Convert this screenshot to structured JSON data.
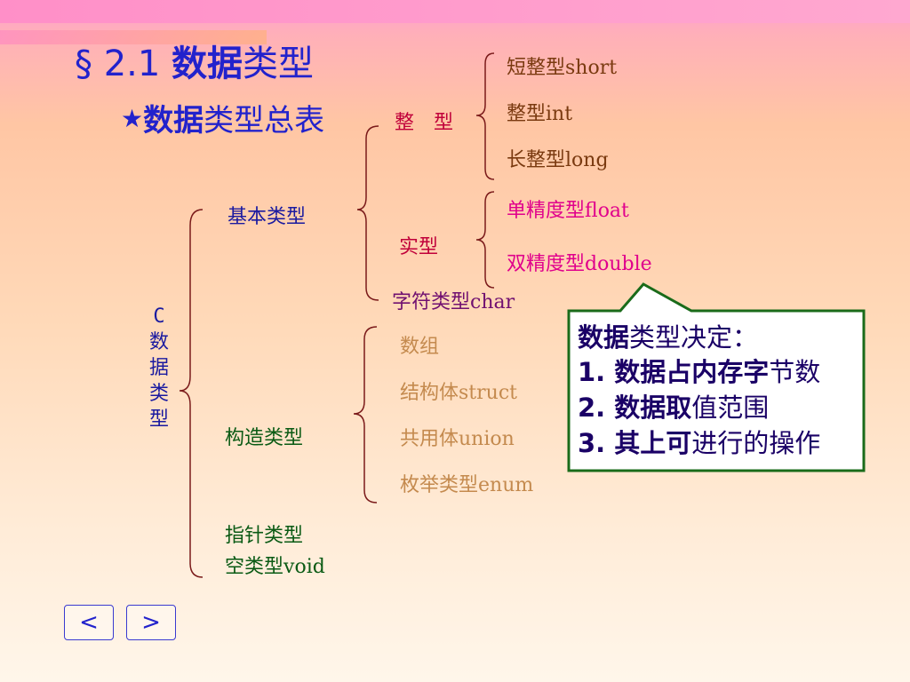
{
  "slide": {
    "title_mark": "§ 2.1 ",
    "title_bold": "数据",
    "title_rest": "类型",
    "subtitle_star": "★",
    "subtitle_bold": "数据",
    "subtitle_rest": "类型总表"
  },
  "diagram": {
    "root": [
      "C",
      "数",
      "据",
      "类",
      "型"
    ],
    "basic": {
      "label": "基本类型",
      "integer": {
        "label": "整　型",
        "items": [
          {
            "zh": "短整型",
            "en": "short"
          },
          {
            "zh": "整型",
            "en": "int"
          },
          {
            "zh": "长整型",
            "en": "long"
          }
        ]
      },
      "real": {
        "label": "实型",
        "items": [
          {
            "zh": "单精度型",
            "en": "float"
          },
          {
            "zh": "双精度型",
            "en": "double"
          }
        ]
      },
      "char": {
        "zh": "字符类型",
        "en": "char"
      }
    },
    "constructed": {
      "label": "构造类型",
      "items": [
        {
          "zh": "数组",
          "en": ""
        },
        {
          "zh": "结构体",
          "en": "struct"
        },
        {
          "zh": "共用体",
          "en": "union"
        },
        {
          "zh": "枚举类型",
          "en": "enum"
        }
      ]
    },
    "pointer": "指针类型",
    "void": {
      "zh": "空类型",
      "en": "void"
    }
  },
  "callout": {
    "line1_bold": "数据",
    "line1_rest": "类型决定：",
    "line2_bold": "1. 数据占内存字",
    "line2_rest": "节数",
    "line3_bold": "2. 数据取",
    "line3_rest": "值范围",
    "line4_bold": "3. 其上可",
    "line4_rest": "进行的操作"
  },
  "nav": {
    "prev": "<",
    "next": ">"
  },
  "colors": {
    "title": "#2222cc",
    "integer_items": "#7a3a10",
    "real_items": "#e0008c",
    "constructed_items": "#c48a4e",
    "callout_border": "#1a6b1a"
  }
}
